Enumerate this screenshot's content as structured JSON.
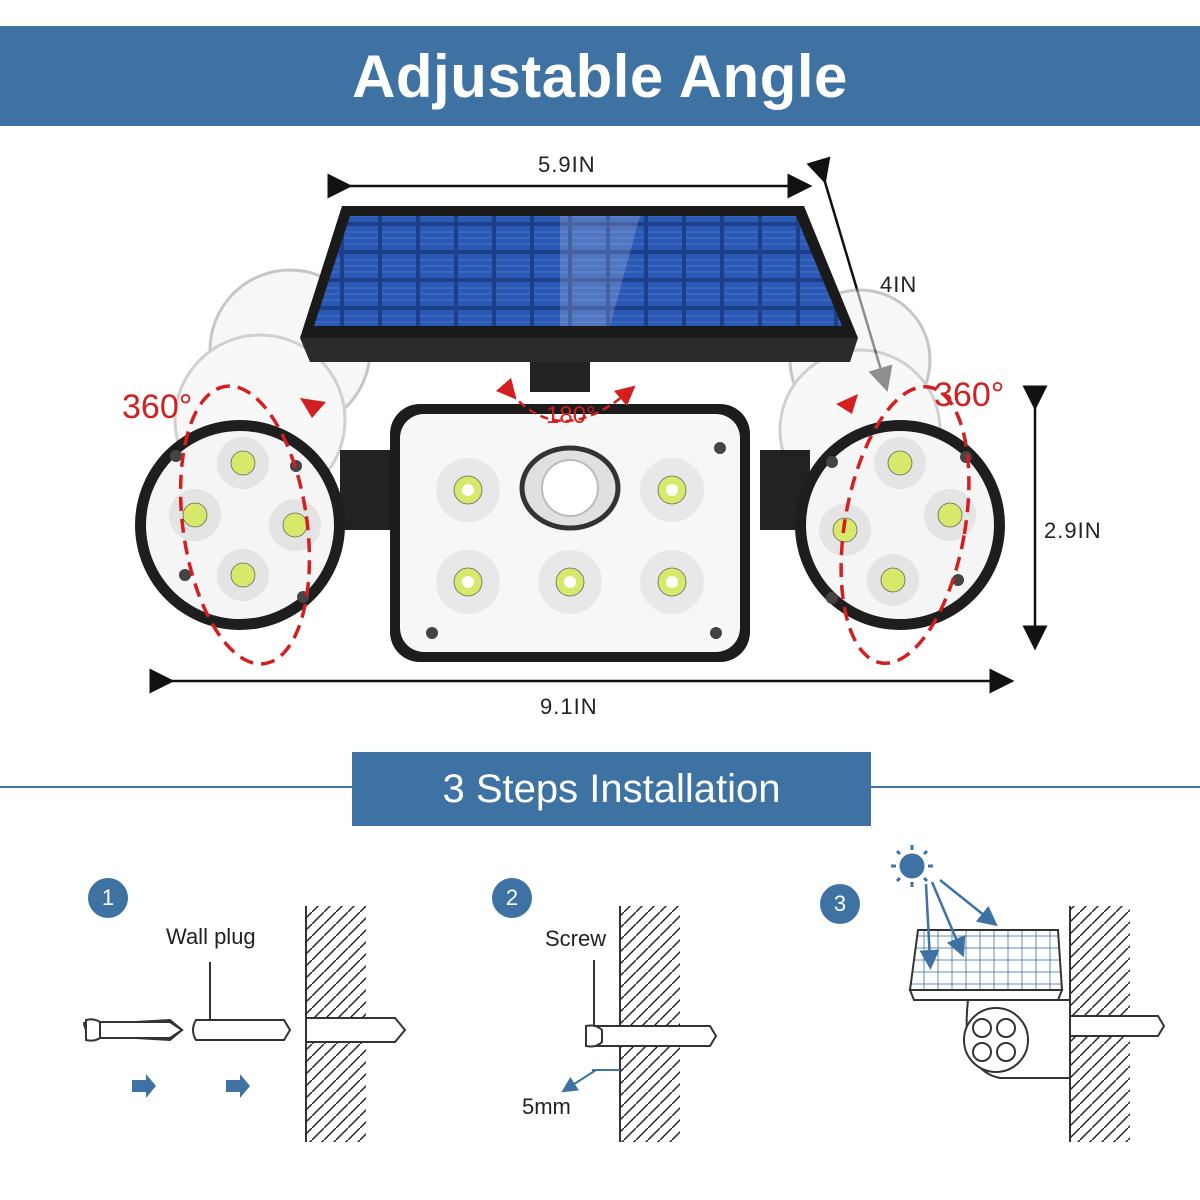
{
  "header": {
    "title": "Adjustable Angle"
  },
  "dimensions": {
    "panel_width": "5.9IN",
    "panel_depth": "4IN",
    "height": "2.9IN",
    "total_width": "9.1IN"
  },
  "angles": {
    "left": "360°",
    "right": "360°",
    "center": "180°"
  },
  "installation": {
    "title": "3 Steps Installation",
    "steps": [
      {
        "number": "1",
        "label": "Wall plug"
      },
      {
        "number": "2",
        "label": "Screw",
        "note": "5mm"
      },
      {
        "number": "3"
      }
    ]
  },
  "colors": {
    "accent": "#3e72a3",
    "highlight": "#d31f1f"
  }
}
